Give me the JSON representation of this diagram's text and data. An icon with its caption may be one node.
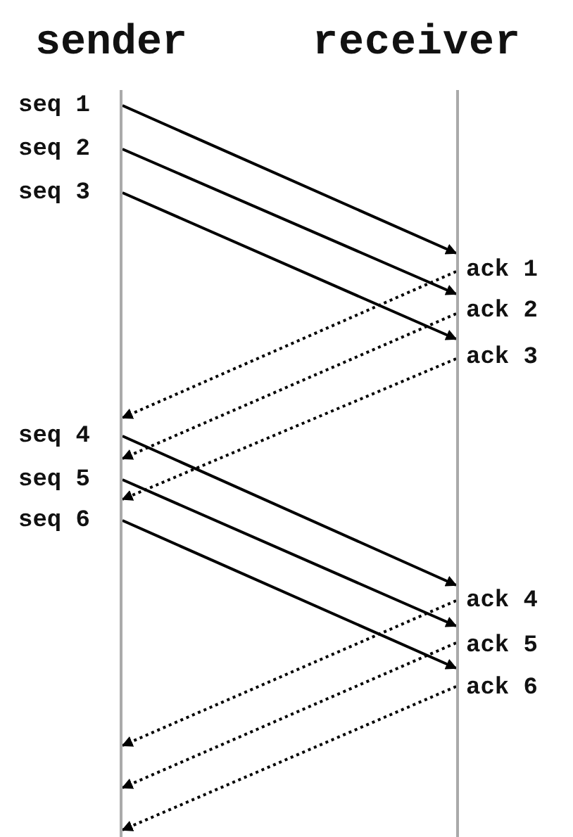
{
  "diagram": {
    "nodes": [
      {
        "text": [],
        "shape": "bar"
      },
      {
        "text": [],
        "shape": "bar"
      }
    ],
    "edges": [
      {
        "from": 0,
        "to": 1,
        "arrow": "to"
      },
      {
        "from": 0,
        "to": 1,
        "arrow": "to"
      },
      {
        "from": 0,
        "to": 1,
        "arrow": "to"
      },
      {
        "from": 1,
        "to": 0,
        "arrow": "to",
        "style": "dashed"
      },
      {
        "from": 1,
        "to": 0,
        "arrow": "to",
        "style": "dashed"
      },
      {
        "from": 1,
        "to": 0,
        "arrow": "to",
        "style": "dashed"
      },
      {
        "from": 0,
        "to": 1,
        "arrow": "to"
      },
      {
        "from": 0,
        "to": 1,
        "arrow": "to"
      },
      {
        "from": 0,
        "to": 1,
        "arrow": "to"
      },
      {
        "from": 1,
        "to": 0,
        "arrow": "to",
        "style": "dashed"
      },
      {
        "from": 1,
        "to": 0,
        "arrow": "to",
        "style": "dashed"
      },
      {
        "from": 1,
        "to": 0,
        "arrow": "to",
        "style": "dashed"
      }
    ],
    "labels": [
      "sender",
      "receiver",
      "seq 1",
      "seq 2",
      "seq 3",
      "ack 1",
      "ack 2",
      "ack 3",
      "seq 4",
      "seq 5",
      "seq 6",
      "ack 4",
      "ack 5",
      "ack 6"
    ]
  }
}
